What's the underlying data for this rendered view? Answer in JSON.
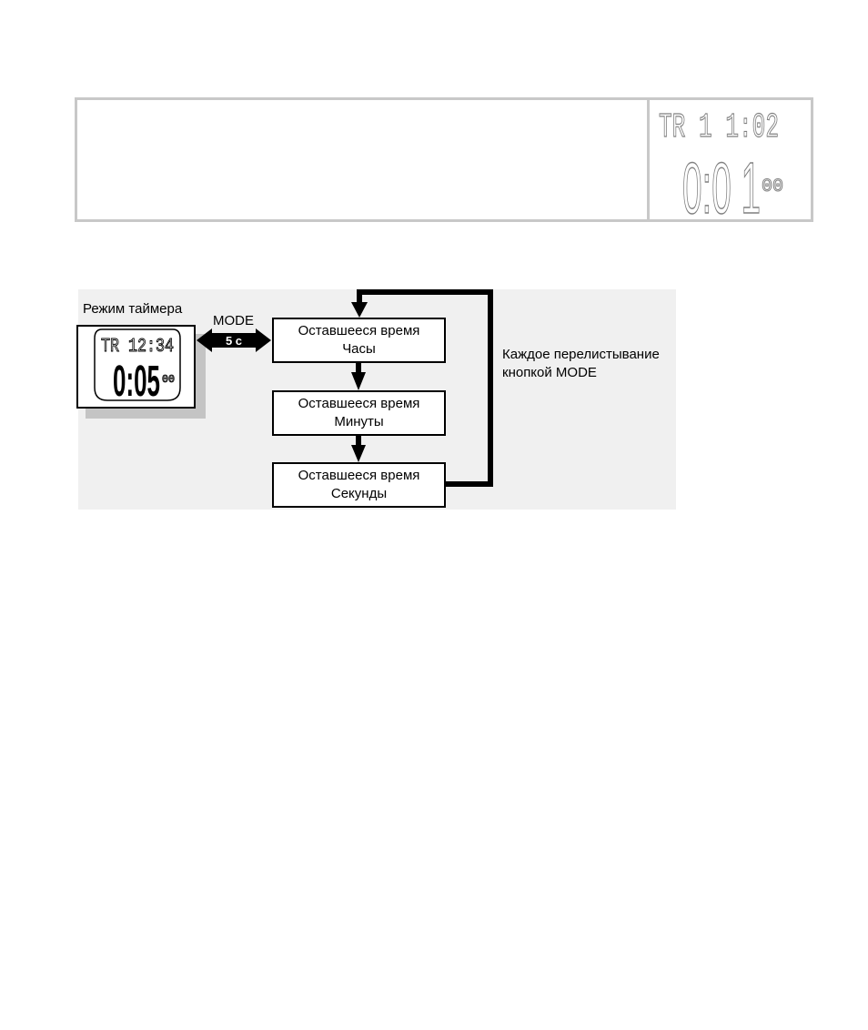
{
  "top_display": {
    "line1": "TR 1 1:02",
    "line2": "0:0 1",
    "line2_small": "00"
  },
  "diagram": {
    "timer_mode_label": "Режим таймера",
    "mode_button_label": "MODE",
    "hold_duration": "5 с",
    "watch_display": {
      "line1": "TR 12:34",
      "line2": "0:05",
      "line2_small": "00"
    },
    "steps": [
      {
        "line1": "Оставшееся время",
        "line2": "Часы"
      },
      {
        "line1": "Оставшееся время",
        "line2": "Минуты"
      },
      {
        "line1": "Оставшееся время",
        "line2": "Секунды"
      }
    ],
    "loop_label_line1": "Каждое перелистывание",
    "loop_label_line2": "кнопкой MODE"
  },
  "colors": {
    "panel_border": "#c8c8c8",
    "diagram_background": "#f0f0f0",
    "shadow": "#c4c4c4",
    "lcd_outline": "#808080"
  }
}
